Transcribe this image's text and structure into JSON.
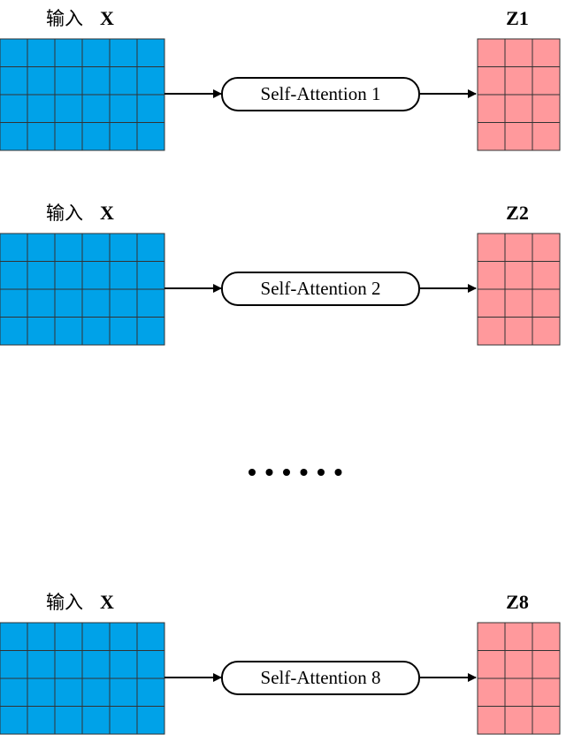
{
  "colors": {
    "input_fill": "#00a2e8",
    "output_fill": "#ff999c",
    "grid_line": "#333333",
    "arrow": "#000000"
  },
  "input_grid": {
    "rows": 4,
    "cols": 6
  },
  "output_grid": {
    "rows": 4,
    "cols": 3
  },
  "heads": [
    {
      "input_label": "输入",
      "input_var": "X",
      "attention_label": "Self-Attention 1",
      "output_label": "Z1"
    },
    {
      "input_label": "输入",
      "input_var": "X",
      "attention_label": "Self-Attention 2",
      "output_label": "Z2"
    },
    {
      "input_label": "输入",
      "input_var": "X",
      "attention_label": "Self-Attention 8",
      "output_label": "Z8"
    }
  ],
  "ellipsis": {
    "dot_count": 6
  }
}
